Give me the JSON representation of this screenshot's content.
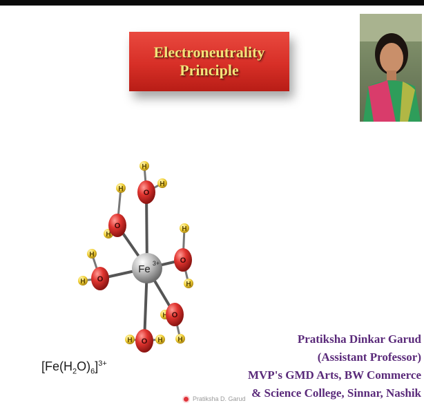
{
  "slide": {
    "title_line1": "Electroneutrality",
    "title_line2": "Principle",
    "formula": {
      "open": "[Fe(H",
      "sub2": "2",
      "mid": "O)",
      "sub6": "6",
      "close": "]",
      "charge": "3+"
    },
    "molecule": {
      "center_label": "Fe",
      "center_charge": "3+",
      "oxygen_label": "O",
      "hydrogen_label": "H"
    },
    "author": {
      "name": "Pratiksha Dinkar Garud",
      "role": "(Assistant Professor)",
      "institution_line1": "MVP's GMD Arts, BW Commerce",
      "institution_line2": "& Science College, Sinnar, Nashik"
    },
    "footer_credit": "Pratiksha D. Garud"
  },
  "colors": {
    "title_bg": "#d72f27",
    "title_text": "#f3e37a",
    "author_text": "#5a2a7a",
    "oxygen": "#e1342f",
    "hydrogen": "#f2d23c",
    "iron": "#b9b9b9"
  }
}
